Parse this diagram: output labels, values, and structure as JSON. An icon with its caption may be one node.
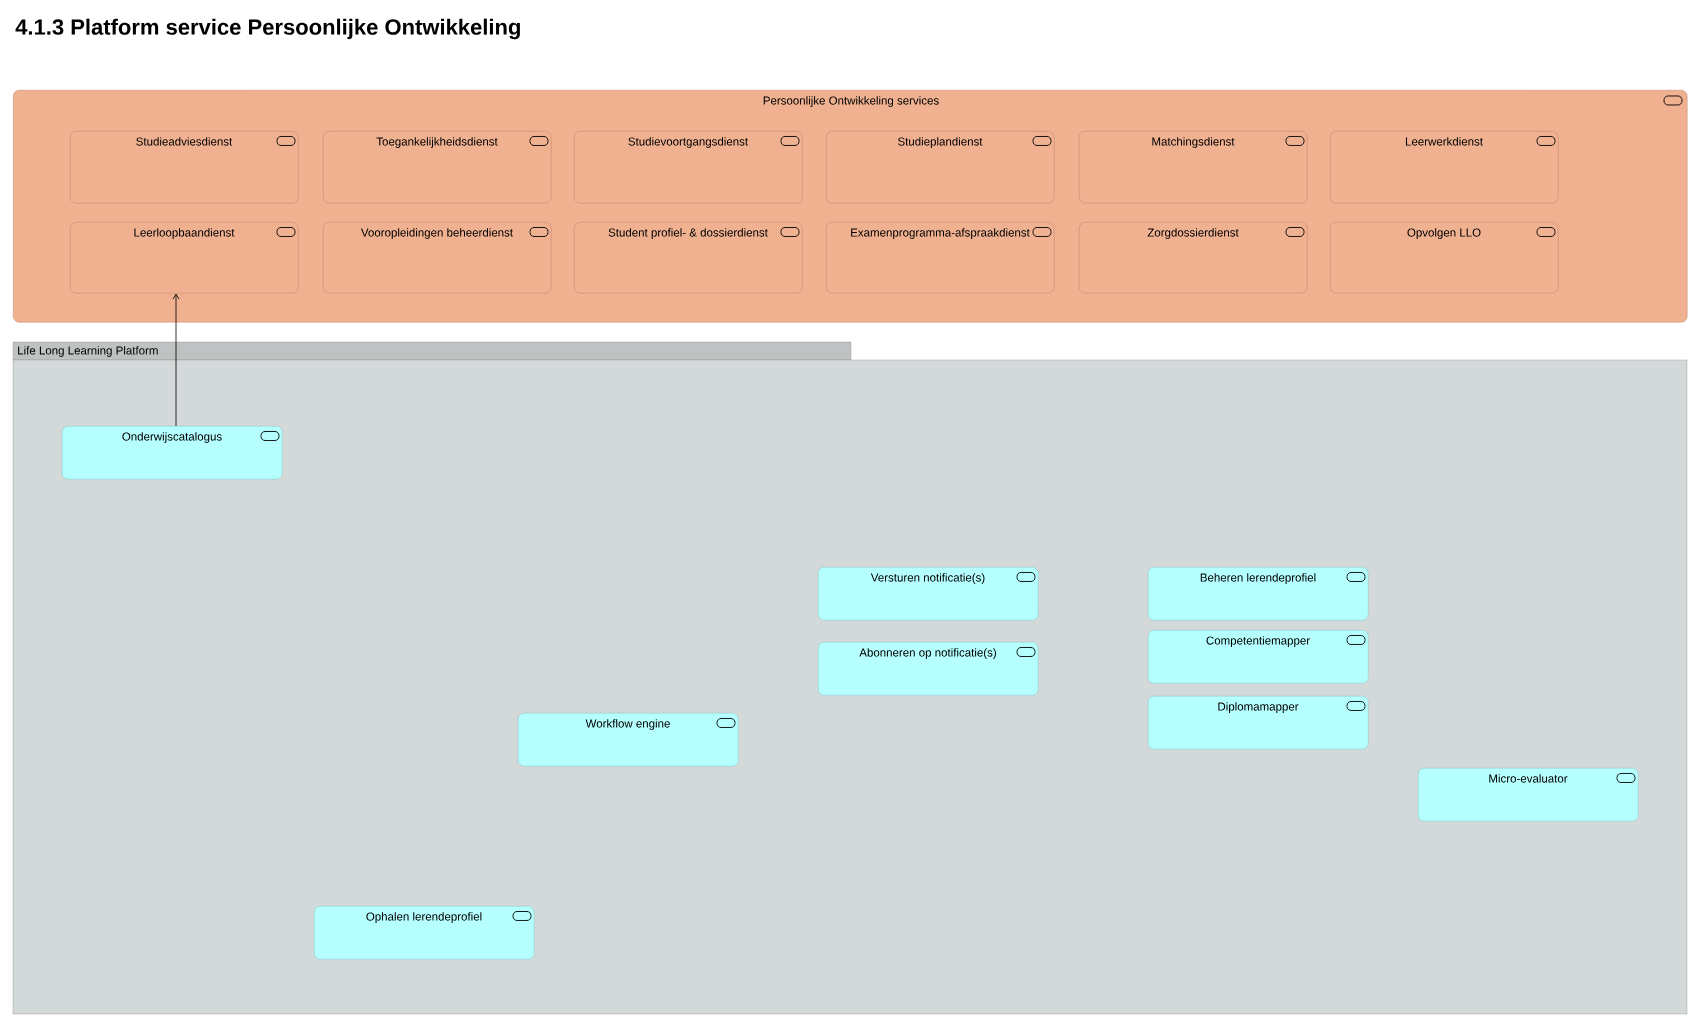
{
  "diagram": {
    "title": "4.1.3 Platform service Persoonlijke Ontwikkeling",
    "nodes": [
      {
        "text": [
          "Persoonlijke Ontwikkeling services"
        ]
      },
      {
        "text": [
          "Studieadviesdienst"
        ],
        "in": 0
      },
      {
        "text": [
          "Toegankelijkheidsdienst"
        ],
        "in": 0
      },
      {
        "text": [
          "Studievoortgangsdienst"
        ],
        "in": 0
      },
      {
        "text": [
          "Studieplandienst"
        ],
        "in": 0
      },
      {
        "text": [
          "Matchingsdienst"
        ],
        "in": 0
      },
      {
        "text": [
          "Leerwerkdienst"
        ],
        "in": 0
      },
      {
        "text": [
          "Leerloopbaandienst"
        ],
        "in": 0
      },
      {
        "text": [
          "Vooropleidingen beheerdienst"
        ],
        "in": 0
      },
      {
        "text": [
          "Student profiel- & dossierdienst"
        ],
        "in": 0
      },
      {
        "text": [
          "Examenprogramma-afspraakdienst"
        ],
        "in": 0
      },
      {
        "text": [
          "Zorgdossierdienst"
        ],
        "in": 0
      },
      {
        "text": [
          "Opvolgen LLO"
        ],
        "in": 0
      },
      {
        "text": [
          "Life Long Learning Platform"
        ]
      },
      {
        "text": [
          "Onderwijscatalogus"
        ],
        "in": 13
      },
      {
        "text": [
          "Versturen notificatie(s)"
        ],
        "in": 13
      },
      {
        "text": [
          "Beheren lerendeprofiel"
        ],
        "in": 13
      },
      {
        "text": [
          "Abonneren op notificatie(s)"
        ],
        "in": 13
      },
      {
        "text": [
          "Competentiemapper"
        ],
        "in": 13
      },
      {
        "text": [
          "Workflow engine"
        ],
        "in": 13
      },
      {
        "text": [
          "Diplomamapper"
        ],
        "in": 13
      },
      {
        "text": [
          "Micro-evaluator"
        ],
        "in": 13
      },
      {
        "text": [
          "Ophalen lerendeprofiel"
        ],
        "in": 13
      }
    ],
    "edges": [
      {
        "from": 14,
        "to": 7,
        "arrow": "to"
      }
    ]
  }
}
